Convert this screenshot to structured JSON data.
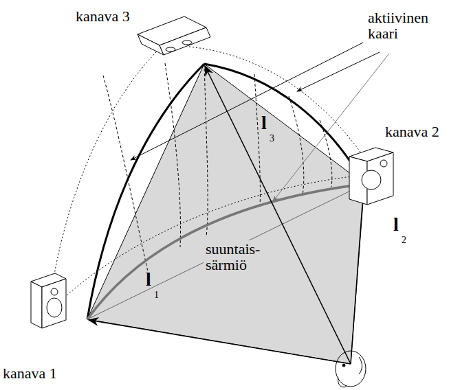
{
  "diagram": {
    "labels": [
      "kanava 3",
      "aktiivinen kaari",
      "kanava 2",
      "l",
      "3",
      "l",
      "2",
      "suuntais- särmiö",
      "l",
      "1",
      "kanava 1"
    ]
  }
}
